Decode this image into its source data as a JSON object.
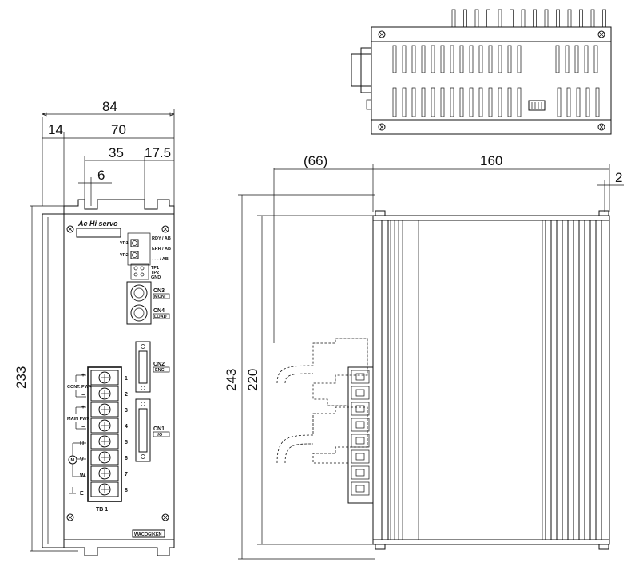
{
  "dimensions": {
    "front_width": "84",
    "front_left_margin": "14",
    "front_inner_width": "70",
    "front_hole_spacing": "35",
    "front_right_offset": "17.5",
    "front_slot": "6",
    "front_height": "233",
    "side_depth_front": "(66)",
    "side_depth": "160",
    "side_flange": "2",
    "side_height_total": "243",
    "side_height_inner": "220"
  },
  "panel": {
    "brand": "Ac Hi servo",
    "rdy_label": "RDY / AB",
    "err_label": "ERR / AB",
    "pw_label": "- - - / AB",
    "vr1_label": "VR1",
    "vr2_label": "VR2",
    "tp1_label": "TP1",
    "tp2_label": "TP2",
    "gnd_label": "GND",
    "cn3_label": "CN3",
    "cn3_sub": "MONI",
    "cn4_label": "CN4",
    "cn4_sub": "LOAD",
    "cn2_label": "CN2",
    "cn2_sub": "ENC",
    "cn1_label": "CN1",
    "cn1_sub": "I/O",
    "cont_pwr_label": "CONT. PWR",
    "main_pwr_label": "MAIN PWR",
    "u_label": "U",
    "v_label": "V",
    "w_label": "W",
    "e_label": "E",
    "m_label": "M",
    "plus1": "+",
    "minus1": "−",
    "plus2": "+",
    "minus2": "−",
    "tb_label": "TB 1",
    "terminal_numbers": [
      "1",
      "2",
      "3",
      "4",
      "5",
      "6",
      "7",
      "8"
    ],
    "maker": "WACOGIKEN"
  },
  "colors": {
    "line": "#111111",
    "background": "#ffffff"
  }
}
